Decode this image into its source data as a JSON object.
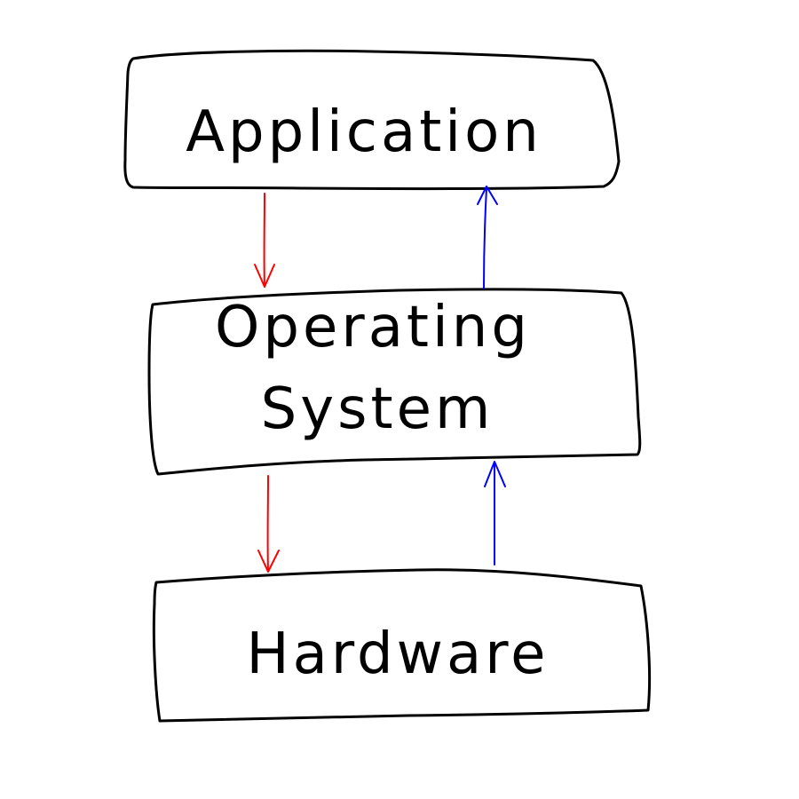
{
  "layers": [
    {
      "id": "application",
      "lines": [
        "Application"
      ]
    },
    {
      "id": "operating-system",
      "lines": [
        "Operating",
        "System"
      ]
    },
    {
      "id": "hardware",
      "lines": [
        "Hardware"
      ]
    }
  ],
  "arrows": [
    {
      "id": "application-to-os",
      "direction": "down",
      "color": "#ff0000"
    },
    {
      "id": "os-to-application",
      "direction": "up",
      "color": "#0000ff"
    },
    {
      "id": "os-to-hardware",
      "direction": "down",
      "color": "#ff0000"
    },
    {
      "id": "hardware-to-os",
      "direction": "up",
      "color": "#0000ff"
    }
  ]
}
